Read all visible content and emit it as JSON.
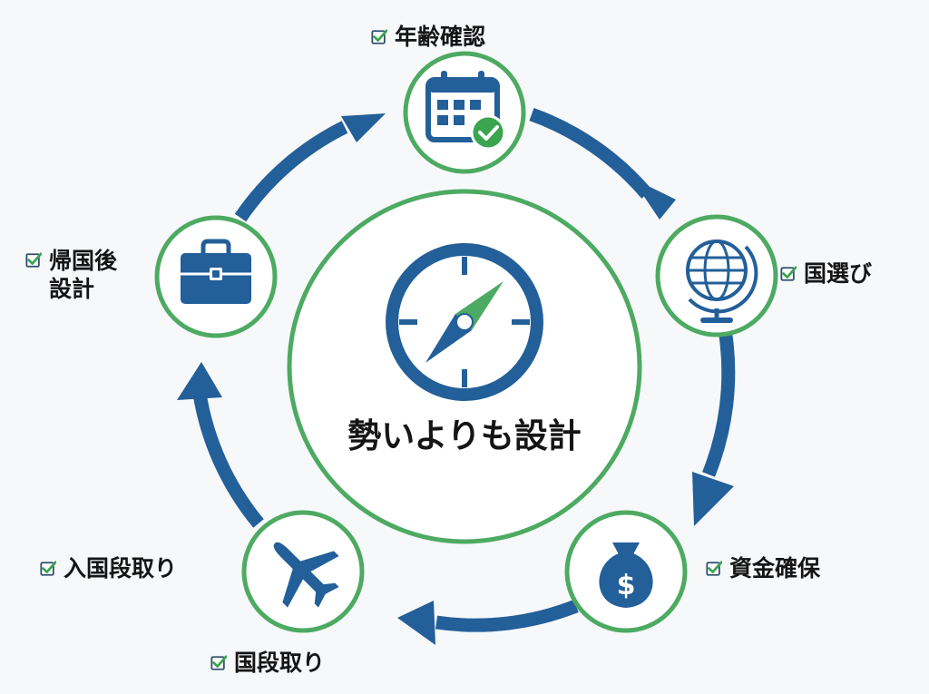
{
  "center": {
    "title": "勢いよりも設計",
    "icon": "compass-icon"
  },
  "steps": [
    {
      "label": "年齢確認",
      "icon": "calendar-check-icon"
    },
    {
      "label": "国選び",
      "icon": "globe-icon"
    },
    {
      "label": "資金確保",
      "icon": "money-bag-icon"
    },
    {
      "label": "入国段取り",
      "icon": "airplane-icon"
    },
    {
      "label": "帰国後設計",
      "icon": "briefcase-icon"
    }
  ],
  "extra_label": {
    "label": "国段取り"
  },
  "colors": {
    "ring": "#4daa62",
    "arrow": "#235f99",
    "icon": "#235f99",
    "check": "#3aa44f",
    "background": "#f6f8fa"
  }
}
